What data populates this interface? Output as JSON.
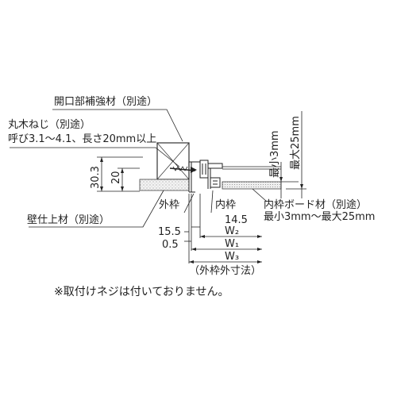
{
  "callouts": {
    "reinforcement": "開口部補強材（別途）",
    "screw_line1": "丸木ねじ（別途）",
    "screw_line2": "呼び3.1～4.1、長さ20mm以上",
    "wall_finish": "壁仕上材（別途）",
    "outer_frame": "外枠",
    "inner_frame": "内枠",
    "board_line1": "内枠ボード材（別途）",
    "board_line2": "最小3mm～最大25mm"
  },
  "dimensions": {
    "total_depth": "30.3",
    "board_depth": "20",
    "min_thickness": "最小3mm",
    "max_thickness": "最大25mm",
    "dim_14_5": "14.5",
    "dim_15_5": "15.5",
    "dim_0_5": "0.5",
    "w2": "W₂",
    "w1": "W₁",
    "w3": "W₃",
    "outer_size": "（外枠外寸法）"
  },
  "note": "※取付けネジは付いておりません。"
}
